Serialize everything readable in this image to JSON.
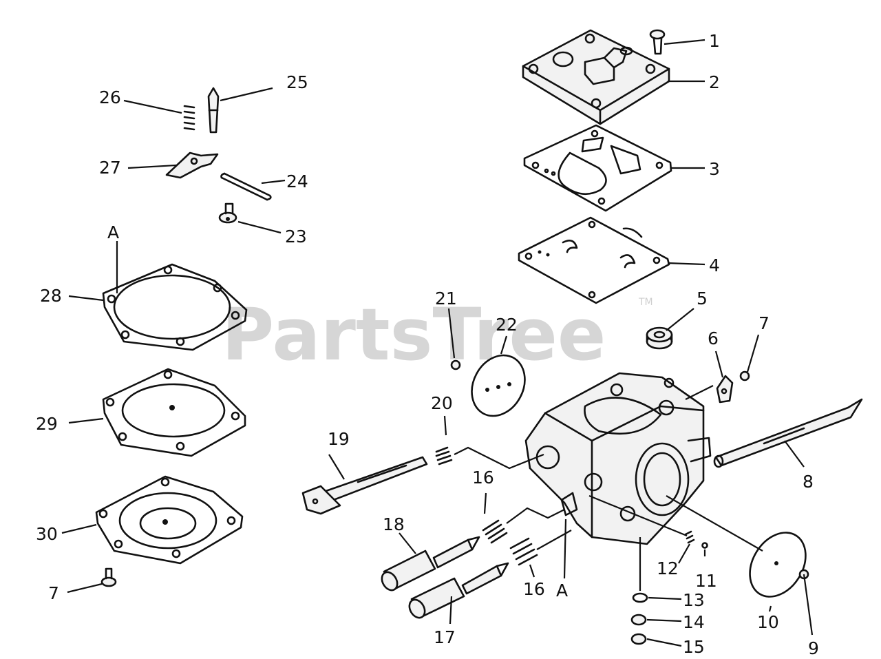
{
  "watermark": {
    "brand": "PartsTree",
    "trademark": "TM"
  },
  "callouts": {
    "c1": "1",
    "c2": "2",
    "c3": "3",
    "c4": "4",
    "c5": "5",
    "c6": "6",
    "c7a": "7",
    "c7b": "7",
    "c8": "8",
    "c9": "9",
    "c10": "10",
    "c11": "11",
    "c12": "12",
    "c13": "13",
    "c14": "14",
    "c15": "15",
    "c16a": "16",
    "c16b": "16",
    "c17": "17",
    "c18": "18",
    "c19": "19",
    "c20": "20",
    "c21": "21",
    "c22": "22",
    "c23": "23",
    "c24": "24",
    "c25": "25",
    "c26": "26",
    "c27": "27",
    "c28": "28",
    "c29": "29",
    "c30": "30",
    "refA1": "A",
    "refA2": "A"
  },
  "colors": {
    "line": "#111111",
    "watermark": "#cfcfcf",
    "background": "#ffffff"
  }
}
